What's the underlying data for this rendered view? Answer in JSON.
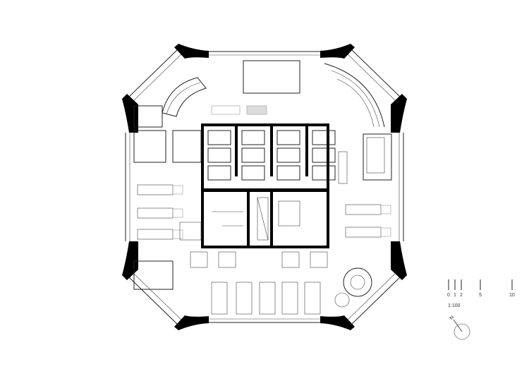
{
  "drawing": {
    "type": "floor-plan",
    "scale_text": "1:100",
    "scale_bar_labels": [
      "0",
      "1",
      "2",
      "5",
      "10"
    ],
    "scale_bar_values": [
      0,
      1,
      2,
      5,
      10
    ],
    "north_label": "N"
  }
}
